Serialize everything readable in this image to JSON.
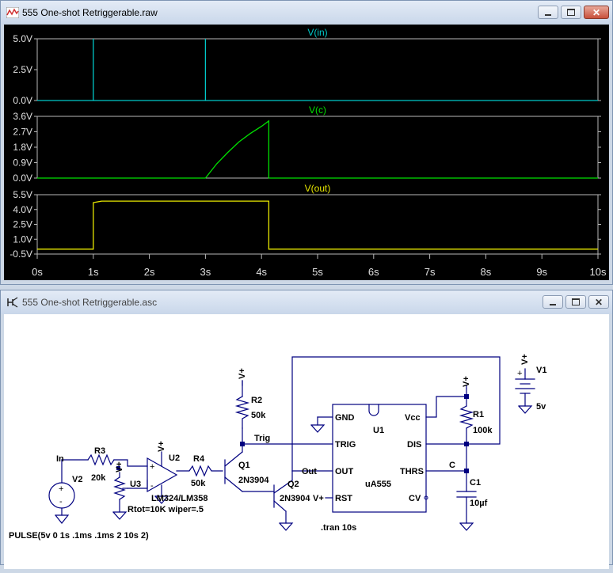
{
  "top_window": {
    "title": "555 One-shot Retriggerable.raw",
    "icon": "waveform-icon",
    "controls": {
      "minimize": "minimize-icon",
      "maximize": "maximize-icon",
      "close": "close-icon"
    }
  },
  "bottom_window": {
    "title": "555 One-shot Retriggerable.asc",
    "icon": "schematic-icon",
    "controls": {
      "minimize": "minimize-icon",
      "maximize": "maximize-icon",
      "close": "close-icon"
    }
  },
  "chart_data": [
    {
      "type": "line",
      "title": "V(in)",
      "color": "#00c8c8",
      "x_ticks": [
        "0s",
        "1s",
        "2s",
        "3s",
        "4s",
        "5s",
        "6s",
        "7s",
        "8s",
        "9s",
        "10s"
      ],
      "y_ticks": [
        "5.0V",
        "2.5V",
        "0.0V"
      ],
      "xlim": [
        0,
        10
      ],
      "ylim": [
        0,
        5
      ],
      "grid": false,
      "x": [
        0,
        1,
        1,
        1.0001,
        1.0001,
        3,
        3,
        3.0001,
        3.0001,
        10
      ],
      "y": [
        0,
        0,
        5,
        5,
        0,
        0,
        5,
        5,
        0,
        0
      ]
    },
    {
      "type": "line",
      "title": "V(c)",
      "color": "#00e000",
      "y_ticks": [
        "3.6V",
        "2.7V",
        "1.8V",
        "0.9V",
        "0.0V"
      ],
      "xlim": [
        0,
        10
      ],
      "ylim": [
        0,
        3.6
      ],
      "grid": false,
      "x": [
        0,
        3,
        3.2,
        3.4,
        3.6,
        3.8,
        4.0,
        4.13,
        4.13,
        10
      ],
      "y": [
        0,
        0,
        0.83,
        1.5,
        2.12,
        2.6,
        3.02,
        3.33,
        0,
        0
      ]
    },
    {
      "type": "line",
      "title": "V(out)",
      "color": "#e8e800",
      "y_ticks": [
        "5.5V",
        "4.0V",
        "2.5V",
        "1.0V",
        "-0.5V"
      ],
      "xlim": [
        0,
        10
      ],
      "ylim": [
        -0.5,
        5.5
      ],
      "grid": false,
      "x": [
        0,
        1,
        1,
        1.15,
        4.13,
        4.13,
        10
      ],
      "y": [
        0,
        0,
        4.7,
        4.85,
        4.85,
        0,
        0
      ]
    }
  ],
  "schematic": {
    "v2_label": "V2",
    "v2_pulse": "PULSE(5v 0 1s .1ms .1ms 2 10s 2)",
    "in_label": "In",
    "r3_label": "R3",
    "r3_value": "20k",
    "u3_label": "U3",
    "u3_pot": "Rtot=10K wiper=.5",
    "u2_label": "U2",
    "u2_part": "LM324/LM358",
    "r4_label": "R4",
    "r4_value": "50k",
    "q1_label": "Q1",
    "q1_part": "2N3904",
    "q2_label": "Q2",
    "q2_part": "2N3904",
    "r2_label": "R2",
    "r2_value": "50k",
    "trig_label": "Trig",
    "out_label": "Out",
    "u1_label": "U1",
    "u1_part": "uA555",
    "pin_gnd": "GND",
    "pin_vcc": "Vcc",
    "pin_trig": "TRIG",
    "pin_dis": "DIS",
    "pin_out": "OUT",
    "pin_thrs": "THRS",
    "pin_rst": "RST",
    "pin_cv": "CV",
    "vplus_pin": "V+",
    "r1_label": "R1",
    "r1_value": "100k",
    "c_label": "C",
    "c1_label": "C1",
    "c1_value": "10µf",
    "v1_label": "V1",
    "v1_value": "5v",
    "vplus": "V+",
    "plus": "+",
    "minus": "-",
    "tran": ".tran 10s"
  }
}
